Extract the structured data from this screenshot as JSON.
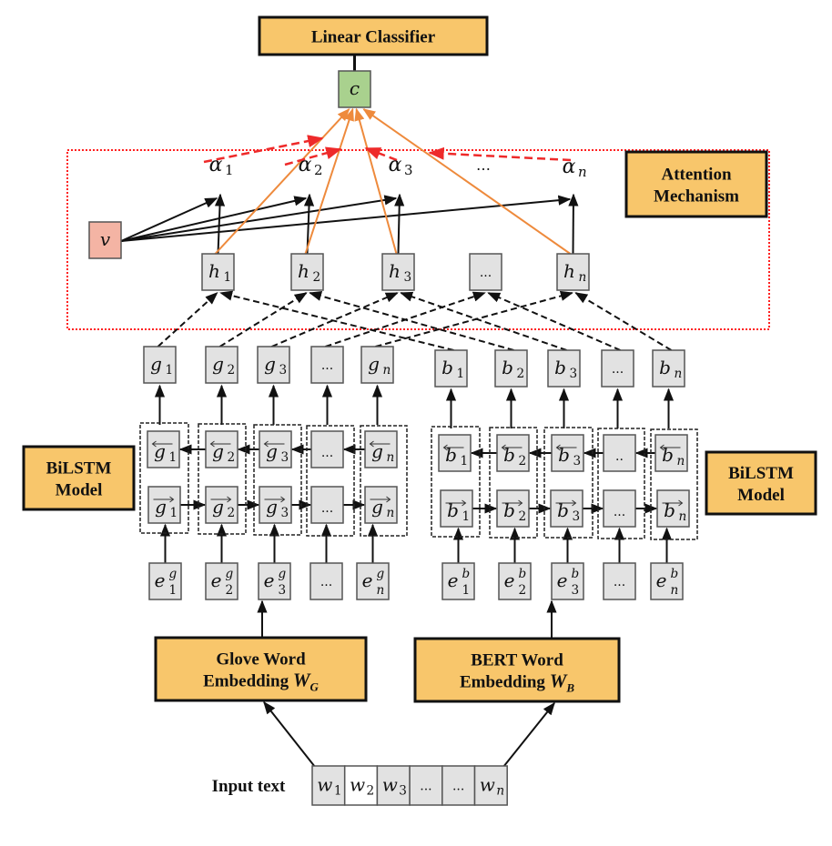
{
  "colors": {
    "label_box_fill": "#F8C66B",
    "node_fill": "#E2E2E2",
    "output_node_fill": "#A9D18E",
    "query_vector_fill": "#F4B4A4",
    "attention_region_border": "#FF2020",
    "attention_weight_arrow": "#EE2A2A",
    "context_arrow": "#EE8A3C",
    "default_line": "#111111"
  },
  "labels": {
    "linear_classifier": "Linear Classifier",
    "attention_mechanism": [
      "Attention",
      "Mechanism"
    ],
    "bilstm_left": [
      "BiLSTM",
      "Model"
    ],
    "bilstm_right": [
      "BiLSTM",
      "Model"
    ],
    "glove_embedding": {
      "line1": "Glove Word",
      "line2": "Embedding",
      "symbol": "W",
      "subscript": "G"
    },
    "bert_embedding": {
      "line1": "BERT Word",
      "line2": "Embedding",
      "symbol": "W",
      "subscript": "B"
    },
    "input_text": "Input text"
  },
  "nodes": {
    "context": {
      "symbol": "c"
    },
    "query_vector": {
      "symbol": "v"
    },
    "attention_weights": [
      {
        "symbol": "α",
        "sub": "1"
      },
      {
        "symbol": "α",
        "sub": "2"
      },
      {
        "symbol": "α",
        "sub": "3"
      },
      {
        "symbol": "…",
        "sub": ""
      },
      {
        "symbol": "α",
        "sub": "n"
      }
    ],
    "hidden": [
      {
        "symbol": "h",
        "sub": "1"
      },
      {
        "symbol": "h",
        "sub": "2"
      },
      {
        "symbol": "h",
        "sub": "3"
      },
      {
        "symbol": "...",
        "sub": ""
      },
      {
        "symbol": "h",
        "sub": "n"
      }
    ],
    "glove_outputs": [
      {
        "symbol": "g",
        "sub": "1"
      },
      {
        "symbol": "g",
        "sub": "2"
      },
      {
        "symbol": "g",
        "sub": "3"
      },
      {
        "symbol": "...",
        "sub": ""
      },
      {
        "symbol": "g",
        "sub": "n"
      }
    ],
    "bert_outputs": [
      {
        "symbol": "b",
        "sub": "1"
      },
      {
        "symbol": "b",
        "sub": "2"
      },
      {
        "symbol": "b",
        "sub": "3"
      },
      {
        "symbol": "...",
        "sub": ""
      },
      {
        "symbol": "b",
        "sub": "n"
      }
    ],
    "glove_backward": [
      {
        "symbol": "g",
        "sub": "1",
        "arrow": "⟵"
      },
      {
        "symbol": "g",
        "sub": "2",
        "arrow": "⟵"
      },
      {
        "symbol": "g",
        "sub": "3",
        "arrow": "⟵"
      },
      {
        "symbol": "...",
        "sub": "",
        "arrow": ""
      },
      {
        "symbol": "g",
        "sub": "n",
        "arrow": "⟵"
      }
    ],
    "glove_forward": [
      {
        "symbol": "g",
        "sub": "1",
        "arrow": "⟶"
      },
      {
        "symbol": "g",
        "sub": "2",
        "arrow": "⟶"
      },
      {
        "symbol": "g",
        "sub": "3",
        "arrow": "⟶"
      },
      {
        "symbol": "...",
        "sub": "",
        "arrow": ""
      },
      {
        "symbol": "g",
        "sub": "n",
        "arrow": "⟶"
      }
    ],
    "bert_backward": [
      {
        "symbol": "b",
        "sub": "1",
        "arrow": "⟵"
      },
      {
        "symbol": "b",
        "sub": "2",
        "arrow": "⟵"
      },
      {
        "symbol": "b",
        "sub": "3",
        "arrow": "⟵"
      },
      {
        "symbol": "..",
        "sub": "",
        "arrow": ""
      },
      {
        "symbol": "b",
        "sub": "n",
        "arrow": "⟵"
      }
    ],
    "bert_forward": [
      {
        "symbol": "b",
        "sub": "1",
        "arrow": "⟶"
      },
      {
        "symbol": "b",
        "sub": "2",
        "arrow": "⟶"
      },
      {
        "symbol": "b",
        "sub": "3",
        "arrow": "⟶"
      },
      {
        "symbol": "...",
        "sub": "",
        "arrow": ""
      },
      {
        "symbol": "b",
        "sub": "n",
        "arrow": "⟶"
      }
    ],
    "glove_embeddings": [
      {
        "symbol": "e",
        "sub": "1",
        "sup": "g"
      },
      {
        "symbol": "e",
        "sub": "2",
        "sup": "g"
      },
      {
        "symbol": "e",
        "sub": "3",
        "sup": "g"
      },
      {
        "symbol": "...",
        "sub": "",
        "sup": ""
      },
      {
        "symbol": "e",
        "sub": "n",
        "sup": "g"
      }
    ],
    "bert_embeddings": [
      {
        "symbol": "e",
        "sub": "1",
        "sup": "b"
      },
      {
        "symbol": "e",
        "sub": "2",
        "sup": "b"
      },
      {
        "symbol": "e",
        "sub": "3",
        "sup": "b"
      },
      {
        "symbol": "...",
        "sub": "",
        "sup": ""
      },
      {
        "symbol": "e",
        "sub": "n",
        "sup": "b"
      }
    ],
    "input_words": [
      {
        "symbol": "w",
        "sub": "1",
        "highlight": false
      },
      {
        "symbol": "w",
        "sub": "2",
        "highlight": true
      },
      {
        "symbol": "w",
        "sub": "3",
        "highlight": false
      },
      {
        "symbol": "...",
        "sub": "",
        "highlight": false
      },
      {
        "symbol": "...",
        "sub": "",
        "highlight": false
      },
      {
        "symbol": "w",
        "sub": "n",
        "highlight": false
      }
    ]
  },
  "edges": {
    "hidden_sources": [
      {
        "hidden": 0,
        "from": [
          "glove_outputs",
          0
        ]
      },
      {
        "hidden": 0,
        "from": [
          "bert_outputs",
          0
        ]
      },
      {
        "hidden": 1,
        "from": [
          "glove_outputs",
          1
        ]
      },
      {
        "hidden": 1,
        "from": [
          "bert_outputs",
          1
        ]
      },
      {
        "hidden": 2,
        "from": [
          "glove_outputs",
          2
        ]
      },
      {
        "hidden": 2,
        "from": [
          "bert_outputs",
          2
        ]
      },
      {
        "hidden": 3,
        "from": [
          "glove_outputs",
          3
        ]
      },
      {
        "hidden": 3,
        "from": [
          "bert_outputs",
          3
        ]
      },
      {
        "hidden": 4,
        "from": [
          "glove_outputs",
          4
        ]
      },
      {
        "hidden": 4,
        "from": [
          "bert_outputs",
          4
        ]
      }
    ]
  }
}
